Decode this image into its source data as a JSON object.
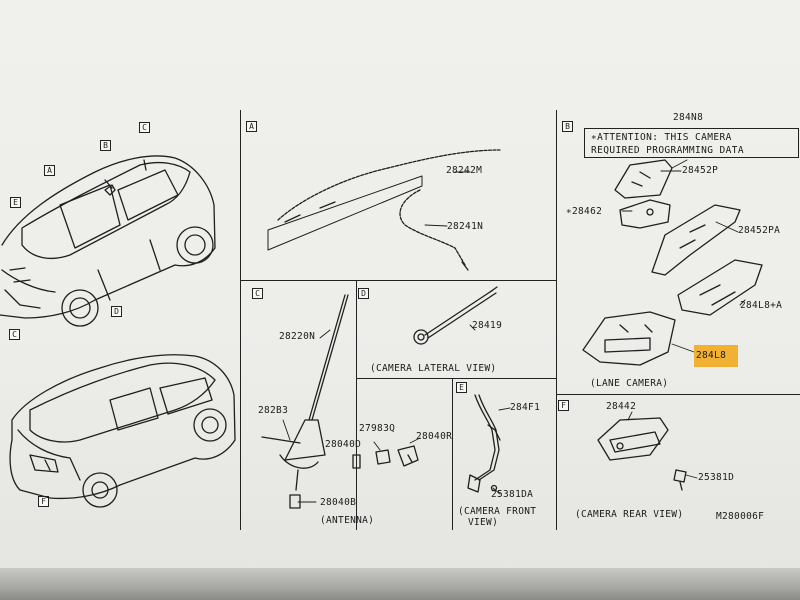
{
  "sections": [
    {
      "key": "a",
      "label": "A"
    },
    {
      "key": "b",
      "label": "B"
    },
    {
      "key": "c",
      "label": "C"
    },
    {
      "key": "d",
      "label": "D"
    },
    {
      "key": "e",
      "label": "E"
    },
    {
      "key": "f",
      "label": "F"
    }
  ],
  "vehicle_callouts": [
    "A",
    "B",
    "C",
    "C",
    "D",
    "E",
    "F"
  ],
  "panel_a": {
    "parts": [
      "28242M",
      "28241N"
    ]
  },
  "panel_b": {
    "header_part": "284N8",
    "attention_line1": "∗ATTENTION: THIS CAMERA",
    "attention_line2": "REQUIRED PROGRAMMING DATA",
    "parts": [
      "28452P",
      "∗28462",
      "28452PA",
      "284L8+A",
      "284L8"
    ],
    "caption": "(LANE CAMERA)",
    "highlight_color": "#f1b233"
  },
  "panel_c": {
    "parts": [
      "28220N",
      "282B3",
      "27983Q",
      "28040D",
      "28040R",
      "28040B"
    ],
    "caption": "(ANTENNA)"
  },
  "panel_d": {
    "parts": [
      "28419"
    ],
    "caption": "(CAMERA LATERAL VIEW)"
  },
  "panel_e": {
    "parts": [
      "284F1",
      "25381DA"
    ],
    "caption_line1": "(CAMERA FRONT",
    "caption_line2": "VIEW)"
  },
  "panel_f": {
    "parts": [
      "28442",
      "25381D"
    ],
    "caption": "(CAMERA REAR VIEW)"
  },
  "drawing_number": "M280006F"
}
